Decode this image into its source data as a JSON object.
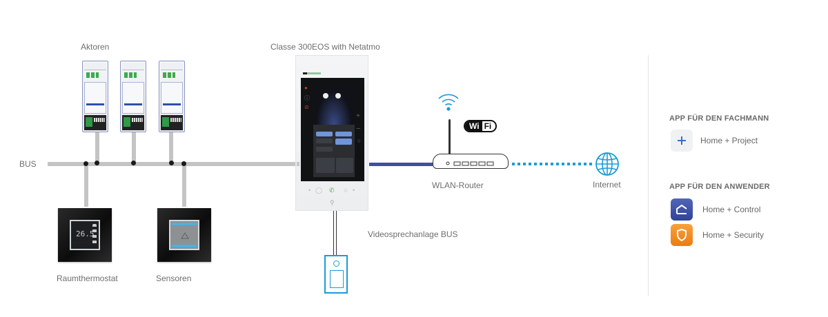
{
  "diagram": {
    "labels": {
      "actuators": "Aktoren",
      "bus": "BUS",
      "intercom_title": "Classe 300EOS with Netatmo",
      "thermostat": "Raumthermostat",
      "sensors": "Sensoren",
      "video_bus": "Videosprechanlage BUS",
      "router": "WLAN-Router",
      "internet": "Internet"
    },
    "wifi_badge": {
      "left": "Wi",
      "right": "Fi"
    },
    "thermostat_display": "26.5",
    "colors": {
      "bus_line": "#c4c4c4",
      "router_link": "#3a51a3",
      "internet_link": "#1a9bd7",
      "door_station": "#1a9bd7"
    }
  },
  "apps": {
    "professional": {
      "title": "APP FÜR DEN FACHMANN",
      "items": [
        {
          "name": "Home + Project",
          "icon": "plus-icon",
          "color": "#f0f1f2"
        }
      ]
    },
    "user": {
      "title": "APP FÜR DEN ANWENDER",
      "items": [
        {
          "name": "Home + Control",
          "icon": "house-icon",
          "color": "#3b51a5"
        },
        {
          "name": "Home + Security",
          "icon": "shield-icon",
          "color": "#f08a1e"
        }
      ]
    }
  }
}
